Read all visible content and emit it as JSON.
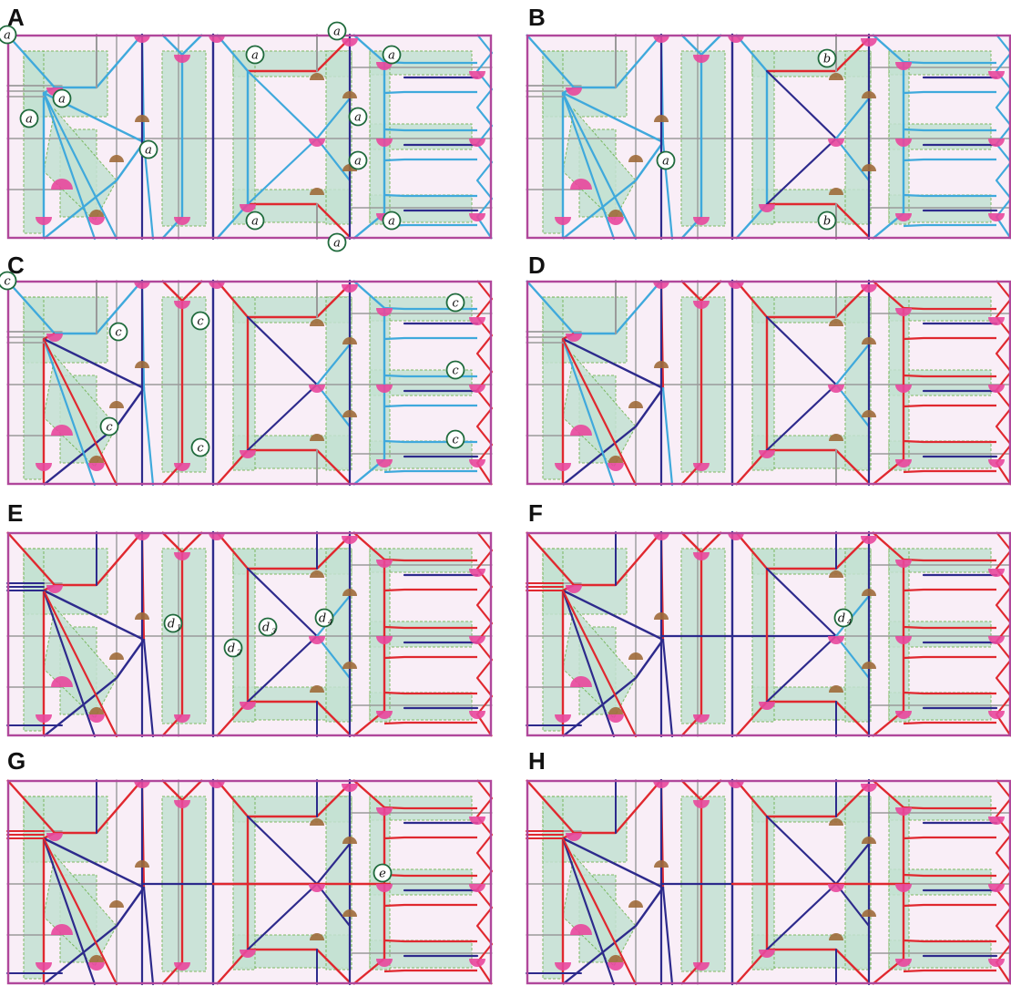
{
  "colors": {
    "mountain": "#e0282f",
    "valley": "#2d2a8c",
    "unassigned": "#3fa9dc",
    "helper": "#9a9a9a",
    "border": "#b0479b",
    "paper": "#f9eef7",
    "flap": "#c4e2d3",
    "flap_outline": "#6bb04a",
    "sector_pink": "#e8479c",
    "sector_brown": "#9e6a3a",
    "marker_stroke": "#1f6a3c"
  },
  "panels": [
    {
      "label": "A",
      "markers": [
        "a",
        "a",
        "a",
        "a",
        "a",
        "a",
        "a",
        "a",
        "a",
        "a",
        "a",
        "a"
      ]
    },
    {
      "label": "B",
      "markers": [
        "b",
        "a",
        "b"
      ]
    },
    {
      "label": "C",
      "markers": [
        "c",
        "c",
        "c",
        "c",
        "c",
        "c",
        "c",
        "c"
      ]
    },
    {
      "label": "D",
      "markers": []
    },
    {
      "label": "E",
      "markers": [
        "d1",
        "d2",
        "d3",
        "d4"
      ]
    },
    {
      "label": "F",
      "markers": [
        "d4"
      ]
    },
    {
      "label": "G",
      "markers": [
        "e"
      ]
    },
    {
      "label": "H",
      "markers": []
    }
  ],
  "marker_text": {
    "a": {
      "base": "a",
      "sub": ""
    },
    "b": {
      "base": "b",
      "sub": ""
    },
    "c": {
      "base": "c",
      "sub": ""
    },
    "e": {
      "base": "e",
      "sub": ""
    },
    "d1": {
      "base": "d",
      "sub": "1"
    },
    "d2": {
      "base": "d",
      "sub": "2"
    },
    "d3": {
      "base": "d",
      "sub": "3"
    },
    "d4": {
      "base": "d",
      "sub": "4"
    }
  }
}
